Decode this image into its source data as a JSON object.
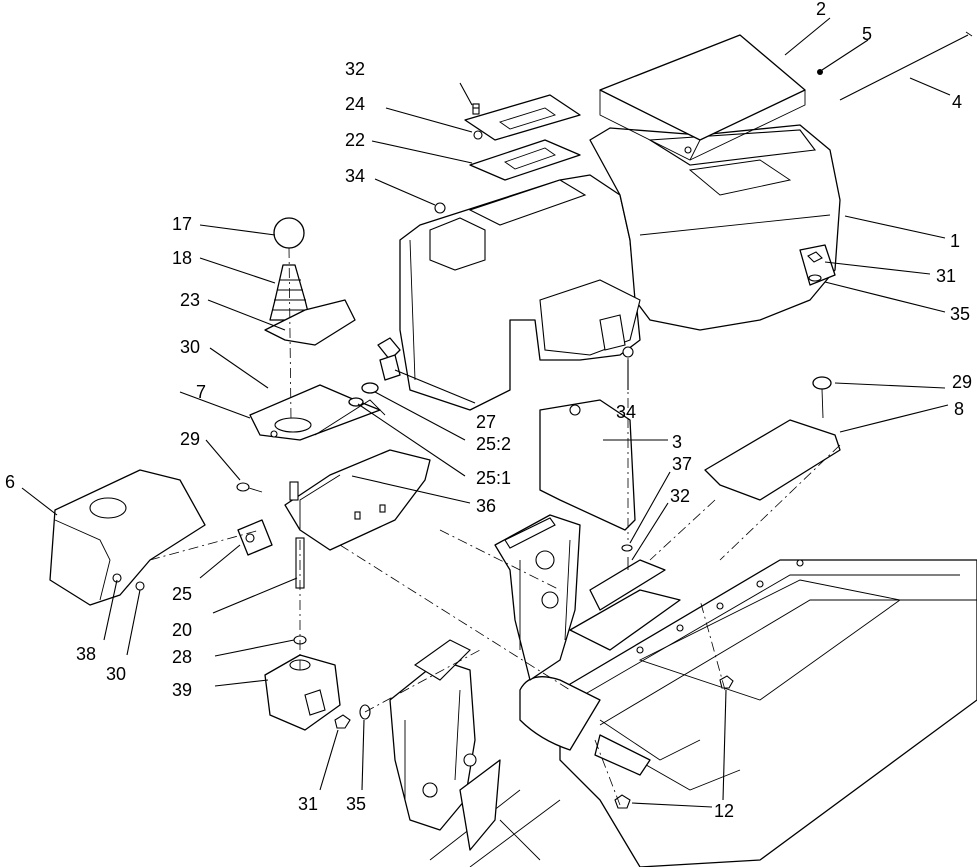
{
  "callouts": [
    {
      "id": "c1",
      "text": "1"
    },
    {
      "id": "c2",
      "text": "2"
    },
    {
      "id": "c3",
      "text": "3"
    },
    {
      "id": "c4",
      "text": "4"
    },
    {
      "id": "c5",
      "text": "5"
    },
    {
      "id": "c6",
      "text": "6"
    },
    {
      "id": "c7",
      "text": "7"
    },
    {
      "id": "c8",
      "text": "8"
    },
    {
      "id": "c12",
      "text": "12"
    },
    {
      "id": "c17",
      "text": "17"
    },
    {
      "id": "c18",
      "text": "18"
    },
    {
      "id": "c20",
      "text": "20"
    },
    {
      "id": "c22",
      "text": "22"
    },
    {
      "id": "c23",
      "text": "23"
    },
    {
      "id": "c24",
      "text": "24"
    },
    {
      "id": "c25a",
      "text": "25:2"
    },
    {
      "id": "c25b",
      "text": "25:1"
    },
    {
      "id": "c25c",
      "text": "25"
    },
    {
      "id": "c27",
      "text": "27"
    },
    {
      "id": "c28",
      "text": "28"
    },
    {
      "id": "c29a",
      "text": "29"
    },
    {
      "id": "c29b",
      "text": "29"
    },
    {
      "id": "c30a",
      "text": "30"
    },
    {
      "id": "c30b",
      "text": "30"
    },
    {
      "id": "c31a",
      "text": "31"
    },
    {
      "id": "c31b",
      "text": "31"
    },
    {
      "id": "c32a",
      "text": "32"
    },
    {
      "id": "c32b",
      "text": "32"
    },
    {
      "id": "c34a",
      "text": "34"
    },
    {
      "id": "c34b",
      "text": "34"
    },
    {
      "id": "c35a",
      "text": "35"
    },
    {
      "id": "c35b",
      "text": "35"
    },
    {
      "id": "c36",
      "text": "36"
    },
    {
      "id": "c37",
      "text": "37"
    },
    {
      "id": "c38",
      "text": "38"
    },
    {
      "id": "c39",
      "text": "39"
    }
  ]
}
